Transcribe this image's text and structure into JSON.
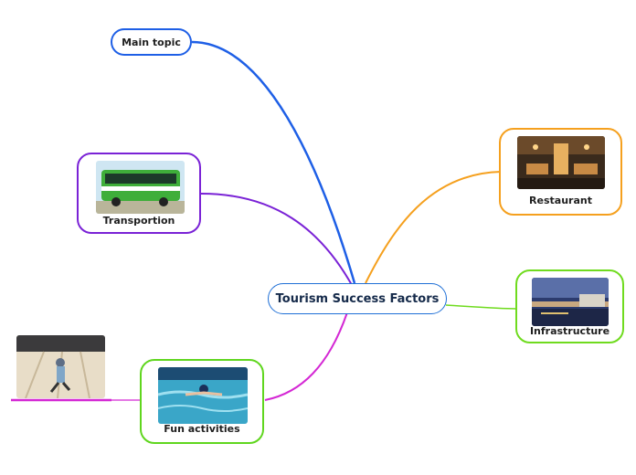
{
  "center": {
    "label": "Tourism Success Factors"
  },
  "topics": {
    "main_topic": {
      "label": "Main topic",
      "color": "#1e5fe6"
    },
    "transport": {
      "label": "Transportion",
      "color": "#7a22d6",
      "image": "green-bus-photo"
    },
    "fun": {
      "label": "Fun activities",
      "color": "#5fd61e",
      "image": "swimmer-pool-photo",
      "subtopic": {
        "image": "bowling-alley-photo",
        "color": "#d428d4"
      }
    },
    "restaurant": {
      "label": "Restaurant",
      "color": "#f5a01e",
      "image": "restaurant-interior-photo"
    },
    "infrastructure": {
      "label": "Infrastructure",
      "color": "#6fdb1e",
      "image": "night-harbor-photo"
    }
  }
}
